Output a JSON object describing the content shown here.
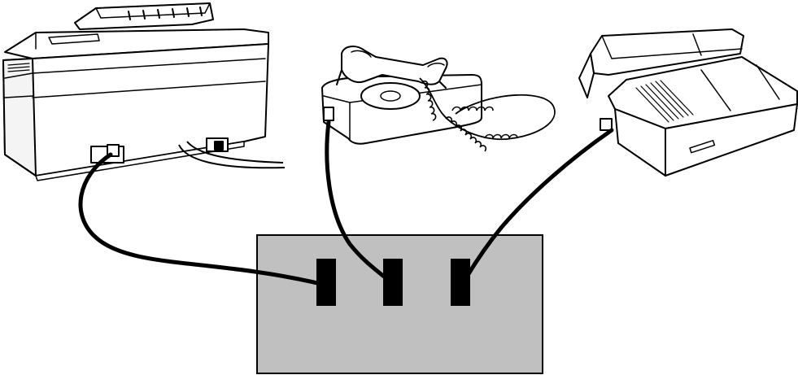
{
  "diagram": {
    "devices": [
      {
        "id": "fax-machine",
        "icon": "fax-machine-icon"
      },
      {
        "id": "rotary-telephone",
        "icon": "telephone-icon"
      },
      {
        "id": "answering-machine",
        "icon": "answering-machine-icon"
      }
    ],
    "junction_box": {
      "ports": 3,
      "fill": "#c0c0c0",
      "port_fill": "#000000"
    },
    "cables": [
      {
        "from": "fax-machine",
        "to": "port-1"
      },
      {
        "from": "rotary-telephone",
        "to": "port-2"
      },
      {
        "from": "answering-machine",
        "to": "port-3"
      }
    ],
    "colors": {
      "line": "#000000",
      "background": "#ffffff",
      "box": "#c0c0c0"
    }
  }
}
